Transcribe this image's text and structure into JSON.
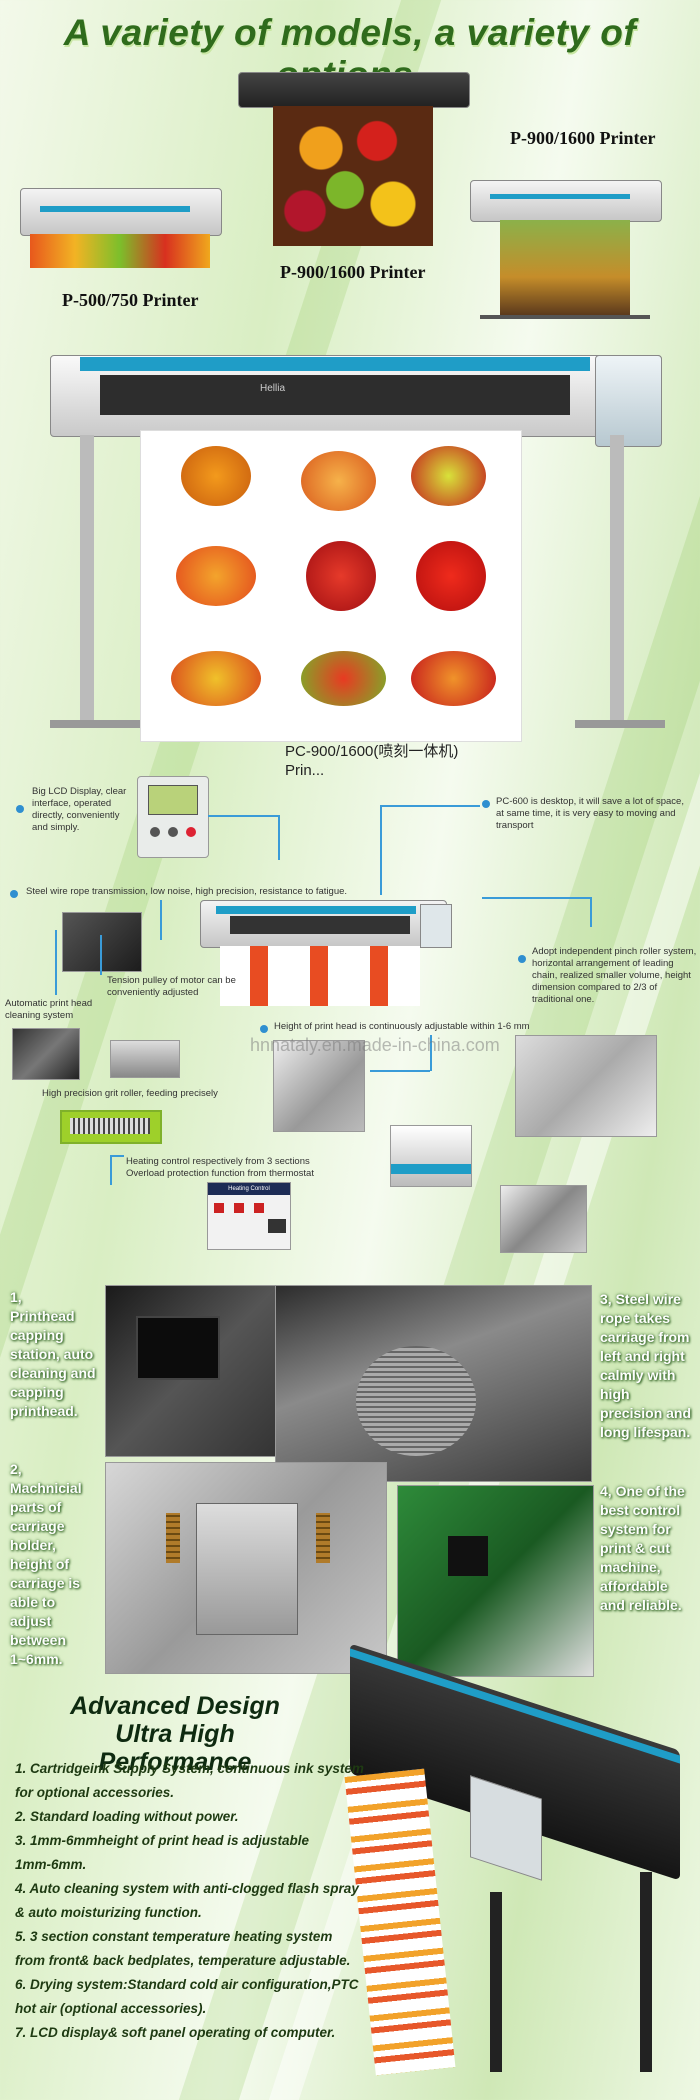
{
  "headline": "A variety of models, a variety of options.",
  "models": {
    "p500": "P-500/750  Printer",
    "p900_center": "P-900/1600 Printer",
    "p900_right": "P-900/1600 Printer",
    "pc900": "PC-900/1600(喷刻一体机)",
    "pc900_sub": "Prin..."
  },
  "main_printer_brand": "Hellia",
  "features_diagram": {
    "lcd": "Big LCD Display, clear interface, operated directly, conveniently and simply.",
    "desktop": "PC-600 is desktop, it will save a lot of space, at same time, it is very easy to moving and transport",
    "steel_wire": "Steel wire rope transmission, low noise, high precision,  resistance to fatigue.",
    "pinch_roller": "Adopt independent pinch roller system, horizontal arrangement of leading chain, realized smaller volume, height dimension compared to 2/3 of traditional one.",
    "auto_clean": "Automatic print head cleaning system",
    "tension": "Tension pulley of motor can be conveniently adjusted",
    "print_head": "Height of print head is continuously adjustable within 1-6 mm",
    "grit_roller": "High precision grit roller, feeding precisely",
    "heating": "Heating control respectively from 3 sections\nOverload protection function from thermostat",
    "watermark": "hnnataly.en.made-in-china.com",
    "heating_panel_label": "Heating Control"
  },
  "detail_captions": {
    "c1": "1,\nPrinthead capping station, auto cleaning and capping printhead.",
    "c2": "2,\nMachnicial parts of carriage holder, height of carriage is able to adjust between 1~6mm.",
    "c3": "3, Steel wire rope takes carriage from left and right calmly with high precision and long lifespan.",
    "c4": "4, One of the best control system for print & cut machine, affordable and reliable."
  },
  "advanced": {
    "title1": "Advanced Design",
    "title2": "Ultra High Performance",
    "items": [
      "1.  Cartridgeink Supply System, continuous ink system",
      "for optional accessories.",
      "2.  Standard loading without power.",
      "3.  1mm-6mmheight of print head is adjustable",
      "1mm-6mm.",
      "4.  Auto cleaning system with anti-clogged flash spray",
      "& auto moisturizing function.",
      "5.  3 section constant temperature heating system",
      "from front& back bedplates, temperature adjustable.",
      "6.  Drying system:Standard cold air configuration,PTC",
      "hot air (optional accessories).",
      "7.  LCD display& soft panel operating of computer."
    ]
  },
  "colors": {
    "accent_blue": "#1f9dc7",
    "headline_green": "#2f6b1c",
    "caption_shadow": "#336b26"
  }
}
